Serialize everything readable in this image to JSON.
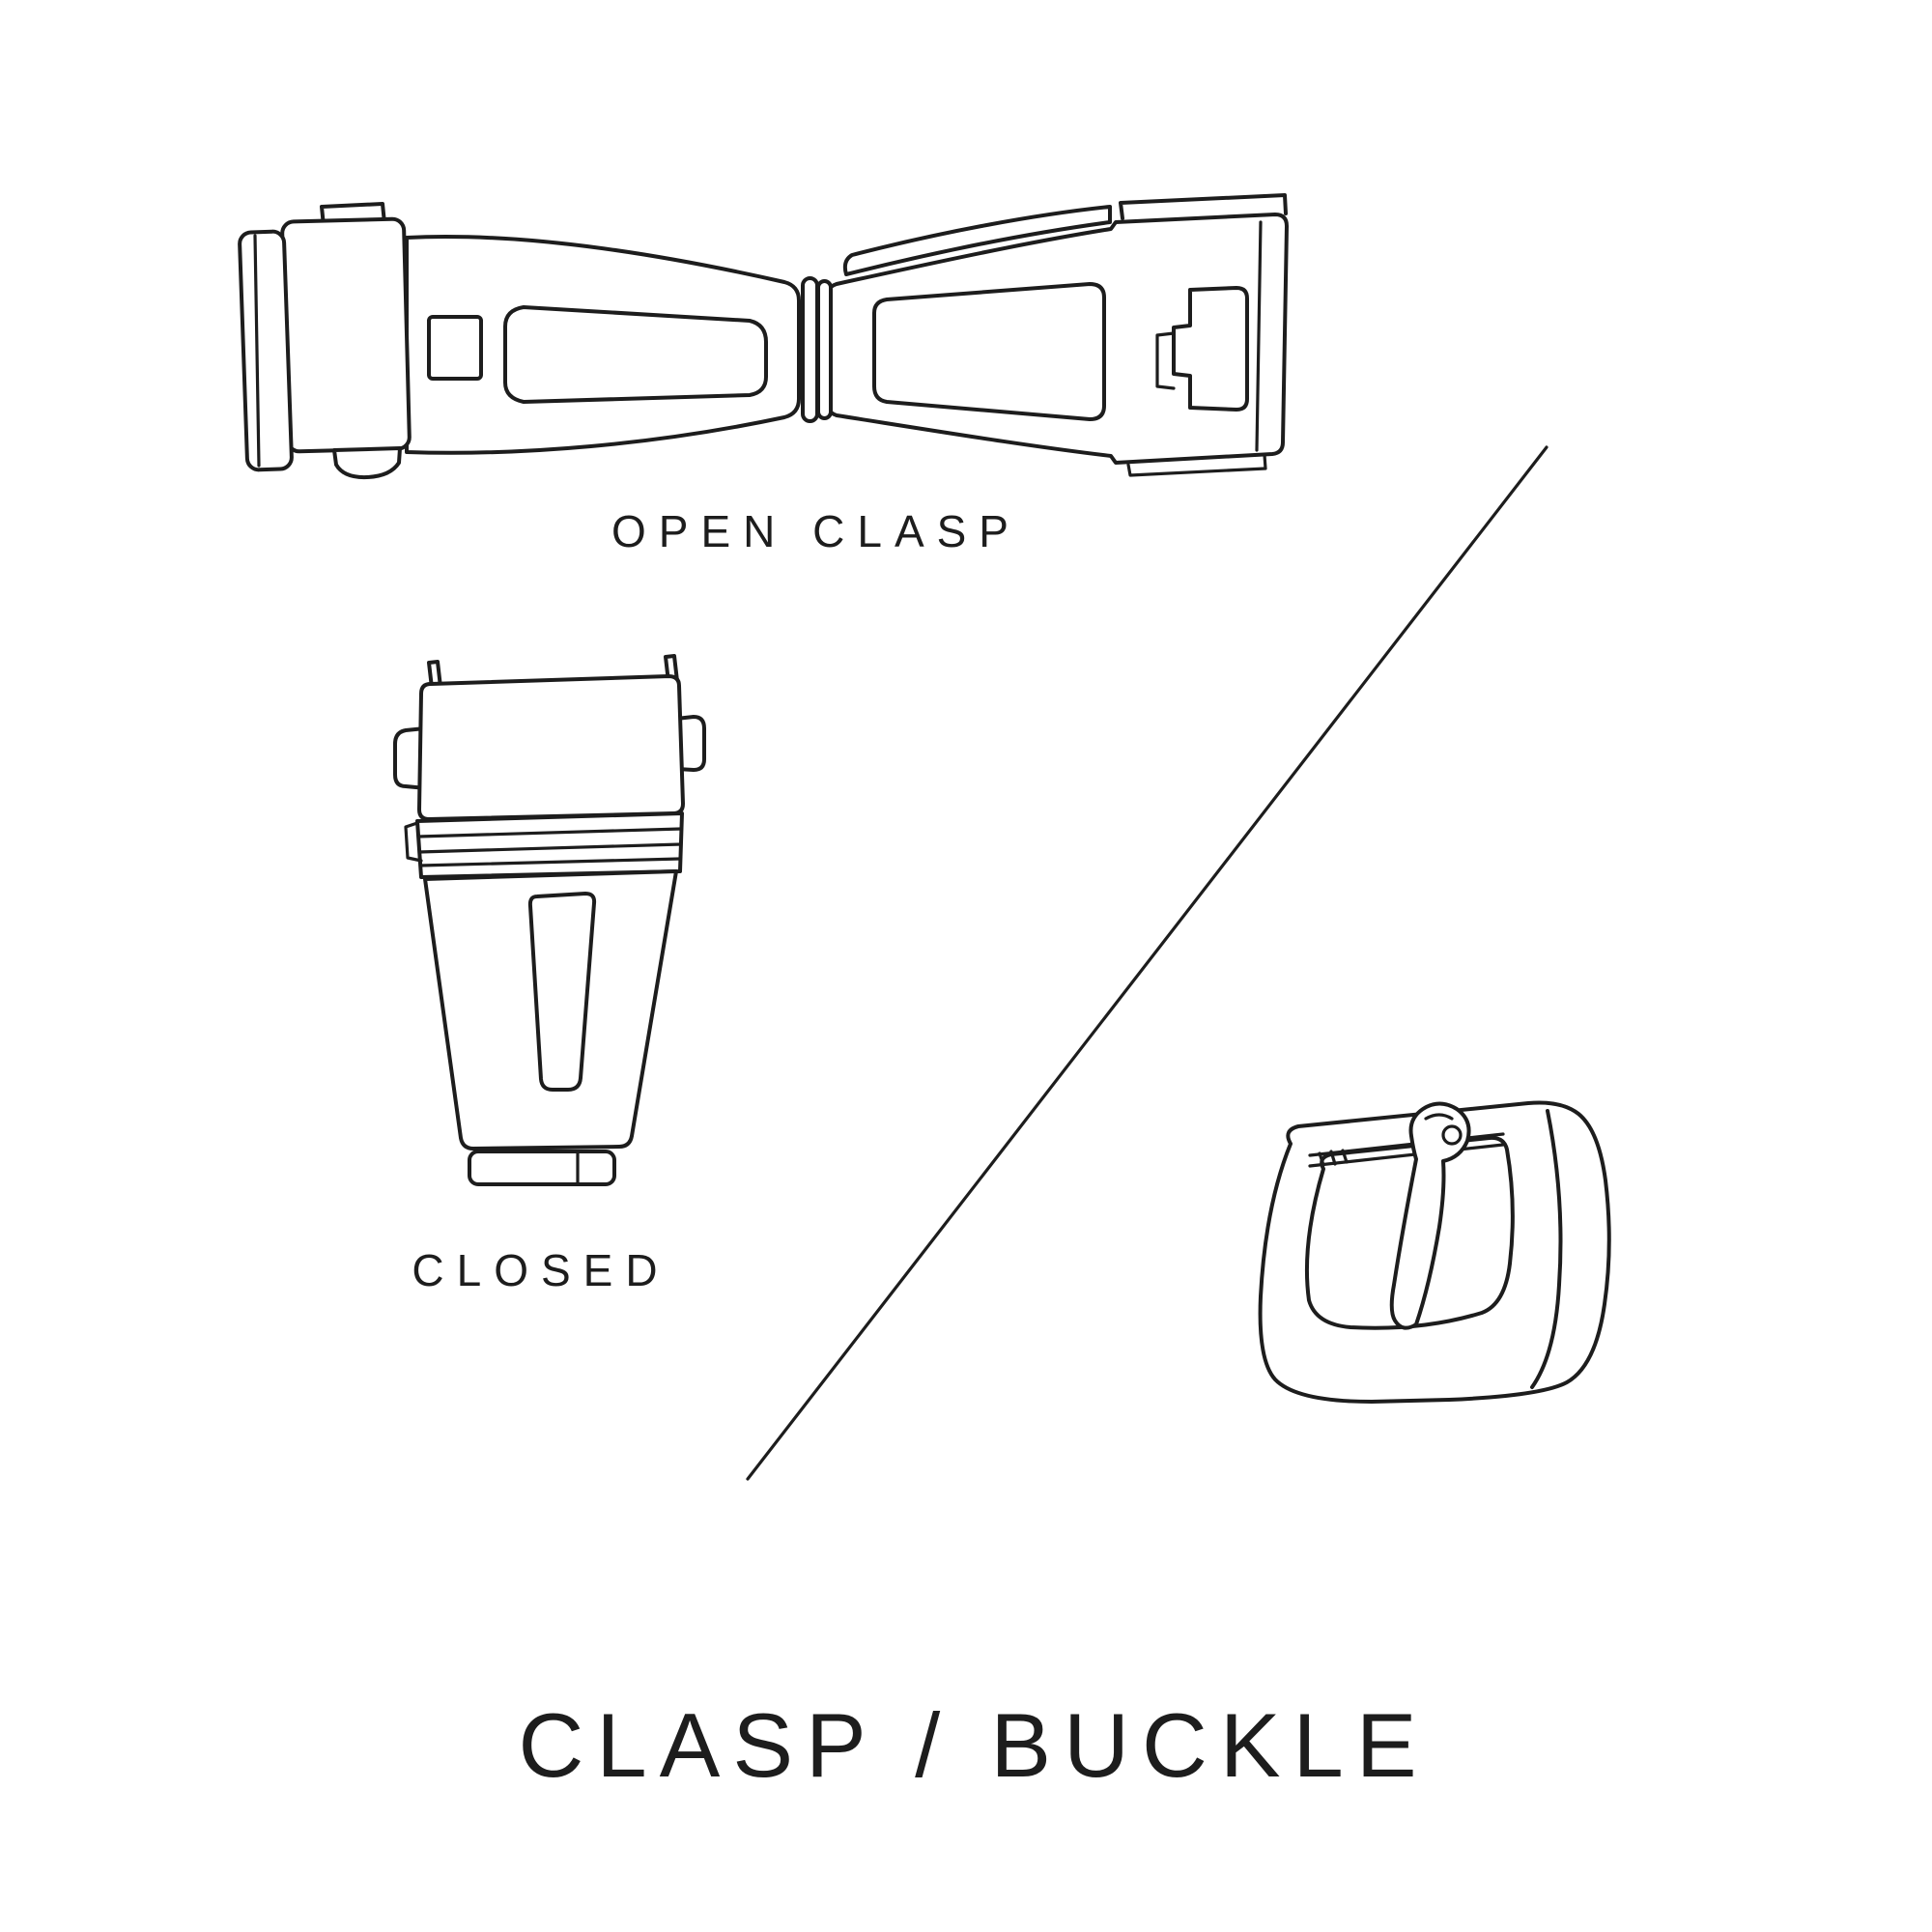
{
  "diagram": {
    "title": "CLASP / BUCKLE",
    "labels": {
      "open_clasp": "OPEN CLASP",
      "closed": "CLOSED"
    },
    "colors": {
      "line": "#1d1d1d",
      "background": "#ffffff"
    },
    "icons": [
      {
        "name": "open-clasp-illustration"
      },
      {
        "name": "closed-clasp-illustration"
      },
      {
        "name": "buckle-illustration"
      },
      {
        "name": "divider-line"
      }
    ]
  }
}
